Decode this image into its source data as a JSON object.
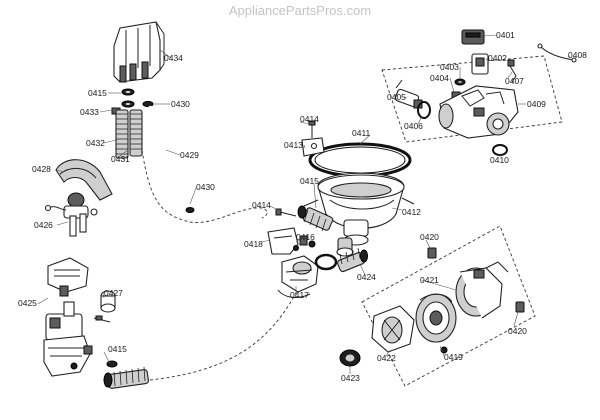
{
  "watermark": "AppliancePartsPros.com",
  "labels": {
    "p0401": "0401",
    "p0402": "0402",
    "p0403": "0403",
    "p0404": "0404",
    "p0405": "0405",
    "p0406": "0406",
    "p0407": "0407",
    "p0408": "0408",
    "p0409": "0409",
    "p0410": "0410",
    "p0411": "0411",
    "p0412": "0412",
    "p0413": "0413",
    "p0414a": "0414",
    "p0414b": "0414",
    "p0415a": "0415",
    "p0415b": "0415",
    "p0415c": "0415",
    "p0416": "0416",
    "p0417": "0417",
    "p0418": "0418",
    "p0419": "0419",
    "p0420a": "0420",
    "p0420b": "0420",
    "p0421": "0421",
    "p0422": "0422",
    "p0423": "0423",
    "p0424": "0424",
    "p0425": "0425",
    "p0426": "0426",
    "p0427": "0427",
    "p0428": "0428",
    "p0429": "0429",
    "p0430a": "0430",
    "p0430b": "0430",
    "p0431": "0431",
    "p0432": "0432",
    "p0433": "0433",
    "p0434": "0434"
  }
}
